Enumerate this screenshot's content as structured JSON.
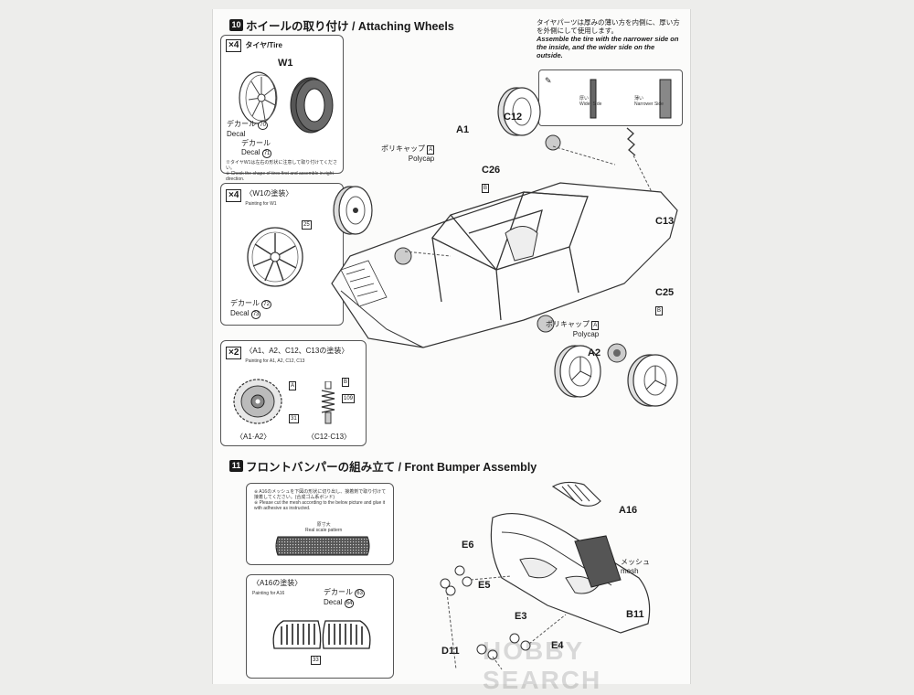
{
  "step10": {
    "number": "10",
    "title": "ホイールの取り付け / Attaching Wheels",
    "tire_box": {
      "multiplier": "×4",
      "title": "タイヤ/Tire",
      "part": "W1",
      "decal_jp1": "デカール",
      "decal_en1": "Decal",
      "decal_num1": "70",
      "decal_jp2": "デカール",
      "decal_en2": "Decal",
      "decal_num2": "71",
      "note_jp": "※タイヤW1は左右の形状に注意して取り付けてください。",
      "note_en": "※ Check the shape of tires first and assemble in right direction."
    },
    "paint_w1_box": {
      "multiplier": "×4",
      "title": "〈W1の塗装〉",
      "subtitle": "Painting for W1",
      "color_num": "25",
      "decal_jp": "デカール",
      "decal_num1": "72",
      "decal_en": "Decal",
      "decal_num2": "73"
    },
    "paint_a_box": {
      "multiplier": "×2",
      "title": "〈A1、A2、C12、C13の塗装〉",
      "subtitle": "Painting for A1, A2, C12, C13",
      "badge_a": "A",
      "badge_b": "B",
      "badge_31": "31",
      "badge_109": "109",
      "caption_a": "〈A1·A2〉",
      "caption_c": "〈C12·C13〉"
    },
    "tire_note": {
      "jp": "タイヤパーツは厚みの薄い方を内側に、厚い方を外側にして使用します。",
      "en": "Assemble the tire with the narrower side on the inside, and the wider side on the outside.",
      "wide_jp": "厚い",
      "wide_en": "Wider Side",
      "narrow_jp": "薄い",
      "narrow_en": "Narrower Side"
    },
    "labels": {
      "a1": "A1",
      "a2": "A2",
      "c12": "C12",
      "c13": "C13",
      "c25": "C25",
      "c26": "C26",
      "polycap_jp": "ポリキャップ",
      "polycap_en": "Polycap",
      "badge_a": "A",
      "badge_b": "B"
    }
  },
  "step11": {
    "number": "11",
    "title": "フロントバンパーの組み立て / Front Bumper Assembly",
    "mesh_box": {
      "note_jp": "※ A16のメッシュを下図の形状に切り出し、接着剤で取り付けて接着してください。(合成ゴム系ボンド)",
      "note_en": "※ Please cut the mesh according to the below picture and glue it with adhesive as instructed.",
      "caption_jp": "原寸大",
      "caption_en": "Real scale pattern"
    },
    "paint_a16_box": {
      "title": "〈A16の塗装〉",
      "subtitle": "Painting for A16",
      "decal_jp": "デカール",
      "decal_num1": "63",
      "decal_en": "Decal",
      "decal_num2": "64",
      "color_num": "33"
    },
    "labels": {
      "a16": "A16",
      "e6": "E6",
      "e5": "E5",
      "e3": "E3",
      "e4": "E4",
      "d11": "D11",
      "b11": "B11",
      "mesh_jp": "メッシュ",
      "mesh_en": "mesh"
    }
  },
  "watermark": "HOBBY SEARCH"
}
